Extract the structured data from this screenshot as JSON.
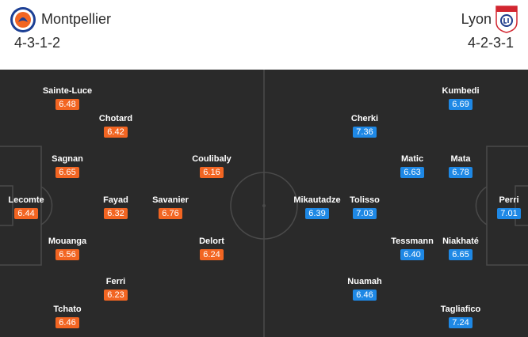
{
  "home": {
    "name": "Montpellier",
    "formation": "4-3-1-2",
    "rating_color": "#f26522",
    "badge_icon": "montpellier-crest-icon",
    "players": [
      {
        "name": "Sainte-Luce",
        "rating": "6.48"
      },
      {
        "name": "Chotard",
        "rating": "6.42"
      },
      {
        "name": "Sagnan",
        "rating": "6.65"
      },
      {
        "name": "Coulibaly",
        "rating": "6.16"
      },
      {
        "name": "Lecomte",
        "rating": "6.44"
      },
      {
        "name": "Fayad",
        "rating": "6.32"
      },
      {
        "name": "Savanier",
        "rating": "6.76"
      },
      {
        "name": "Mouanga",
        "rating": "6.56"
      },
      {
        "name": "Delort",
        "rating": "6.24"
      },
      {
        "name": "Ferri",
        "rating": "6.23"
      },
      {
        "name": "Tchato",
        "rating": "6.46"
      }
    ]
  },
  "away": {
    "name": "Lyon",
    "formation": "4-2-3-1",
    "rating_color": "#1e88e5",
    "badge_icon": "lyon-crest-icon",
    "players": [
      {
        "name": "Kumbedi",
        "rating": "6.69"
      },
      {
        "name": "Cherki",
        "rating": "7.36"
      },
      {
        "name": "Matic",
        "rating": "6.63"
      },
      {
        "name": "Mata",
        "rating": "6.78"
      },
      {
        "name": "Mikautadze",
        "rating": "6.39"
      },
      {
        "name": "Tolisso",
        "rating": "7.03"
      },
      {
        "name": "Perri",
        "rating": "7.01"
      },
      {
        "name": "Tessmann",
        "rating": "6.40"
      },
      {
        "name": "Niakhaté",
        "rating": "6.65"
      },
      {
        "name": "Nuamah",
        "rating": "6.46"
      },
      {
        "name": "Tagliafico",
        "rating": "7.24"
      }
    ]
  }
}
